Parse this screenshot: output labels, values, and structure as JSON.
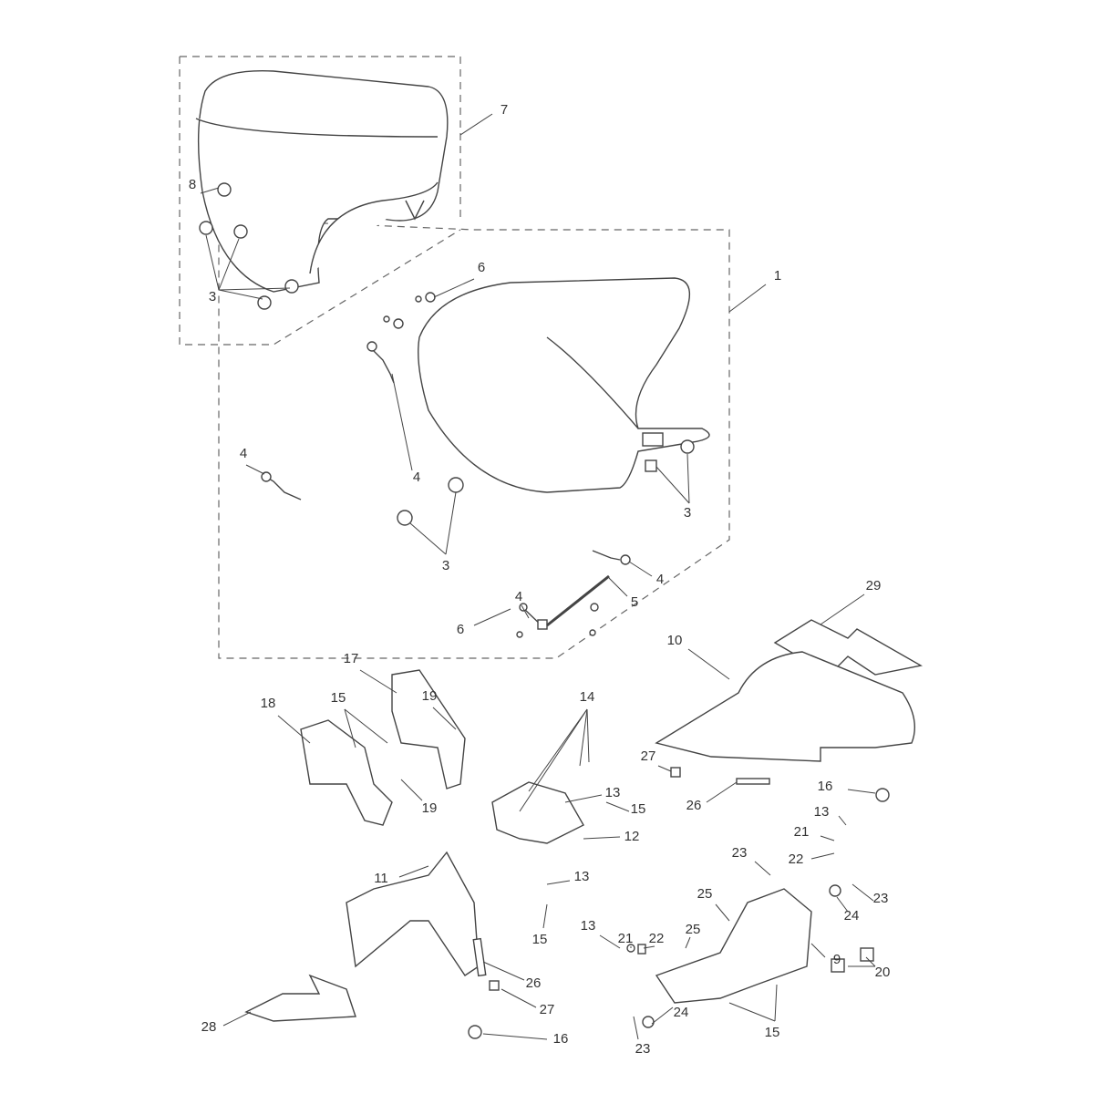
{
  "diagram": {
    "type": "exploded parts diagram",
    "callouts": [
      "7",
      "8",
      "3",
      "6",
      "1",
      "4",
      "4",
      "3",
      "4",
      "5",
      "3",
      "4",
      "6",
      "29",
      "10",
      "17",
      "19",
      "18",
      "15",
      "14",
      "19",
      "27",
      "13",
      "15",
      "12",
      "26",
      "16",
      "13",
      "21",
      "22",
      "23",
      "11",
      "13",
      "15",
      "23",
      "24",
      "25",
      "25",
      "13",
      "21",
      "22",
      "9",
      "20",
      "26",
      "27",
      "24",
      "15",
      "28",
      "16",
      "23"
    ]
  }
}
